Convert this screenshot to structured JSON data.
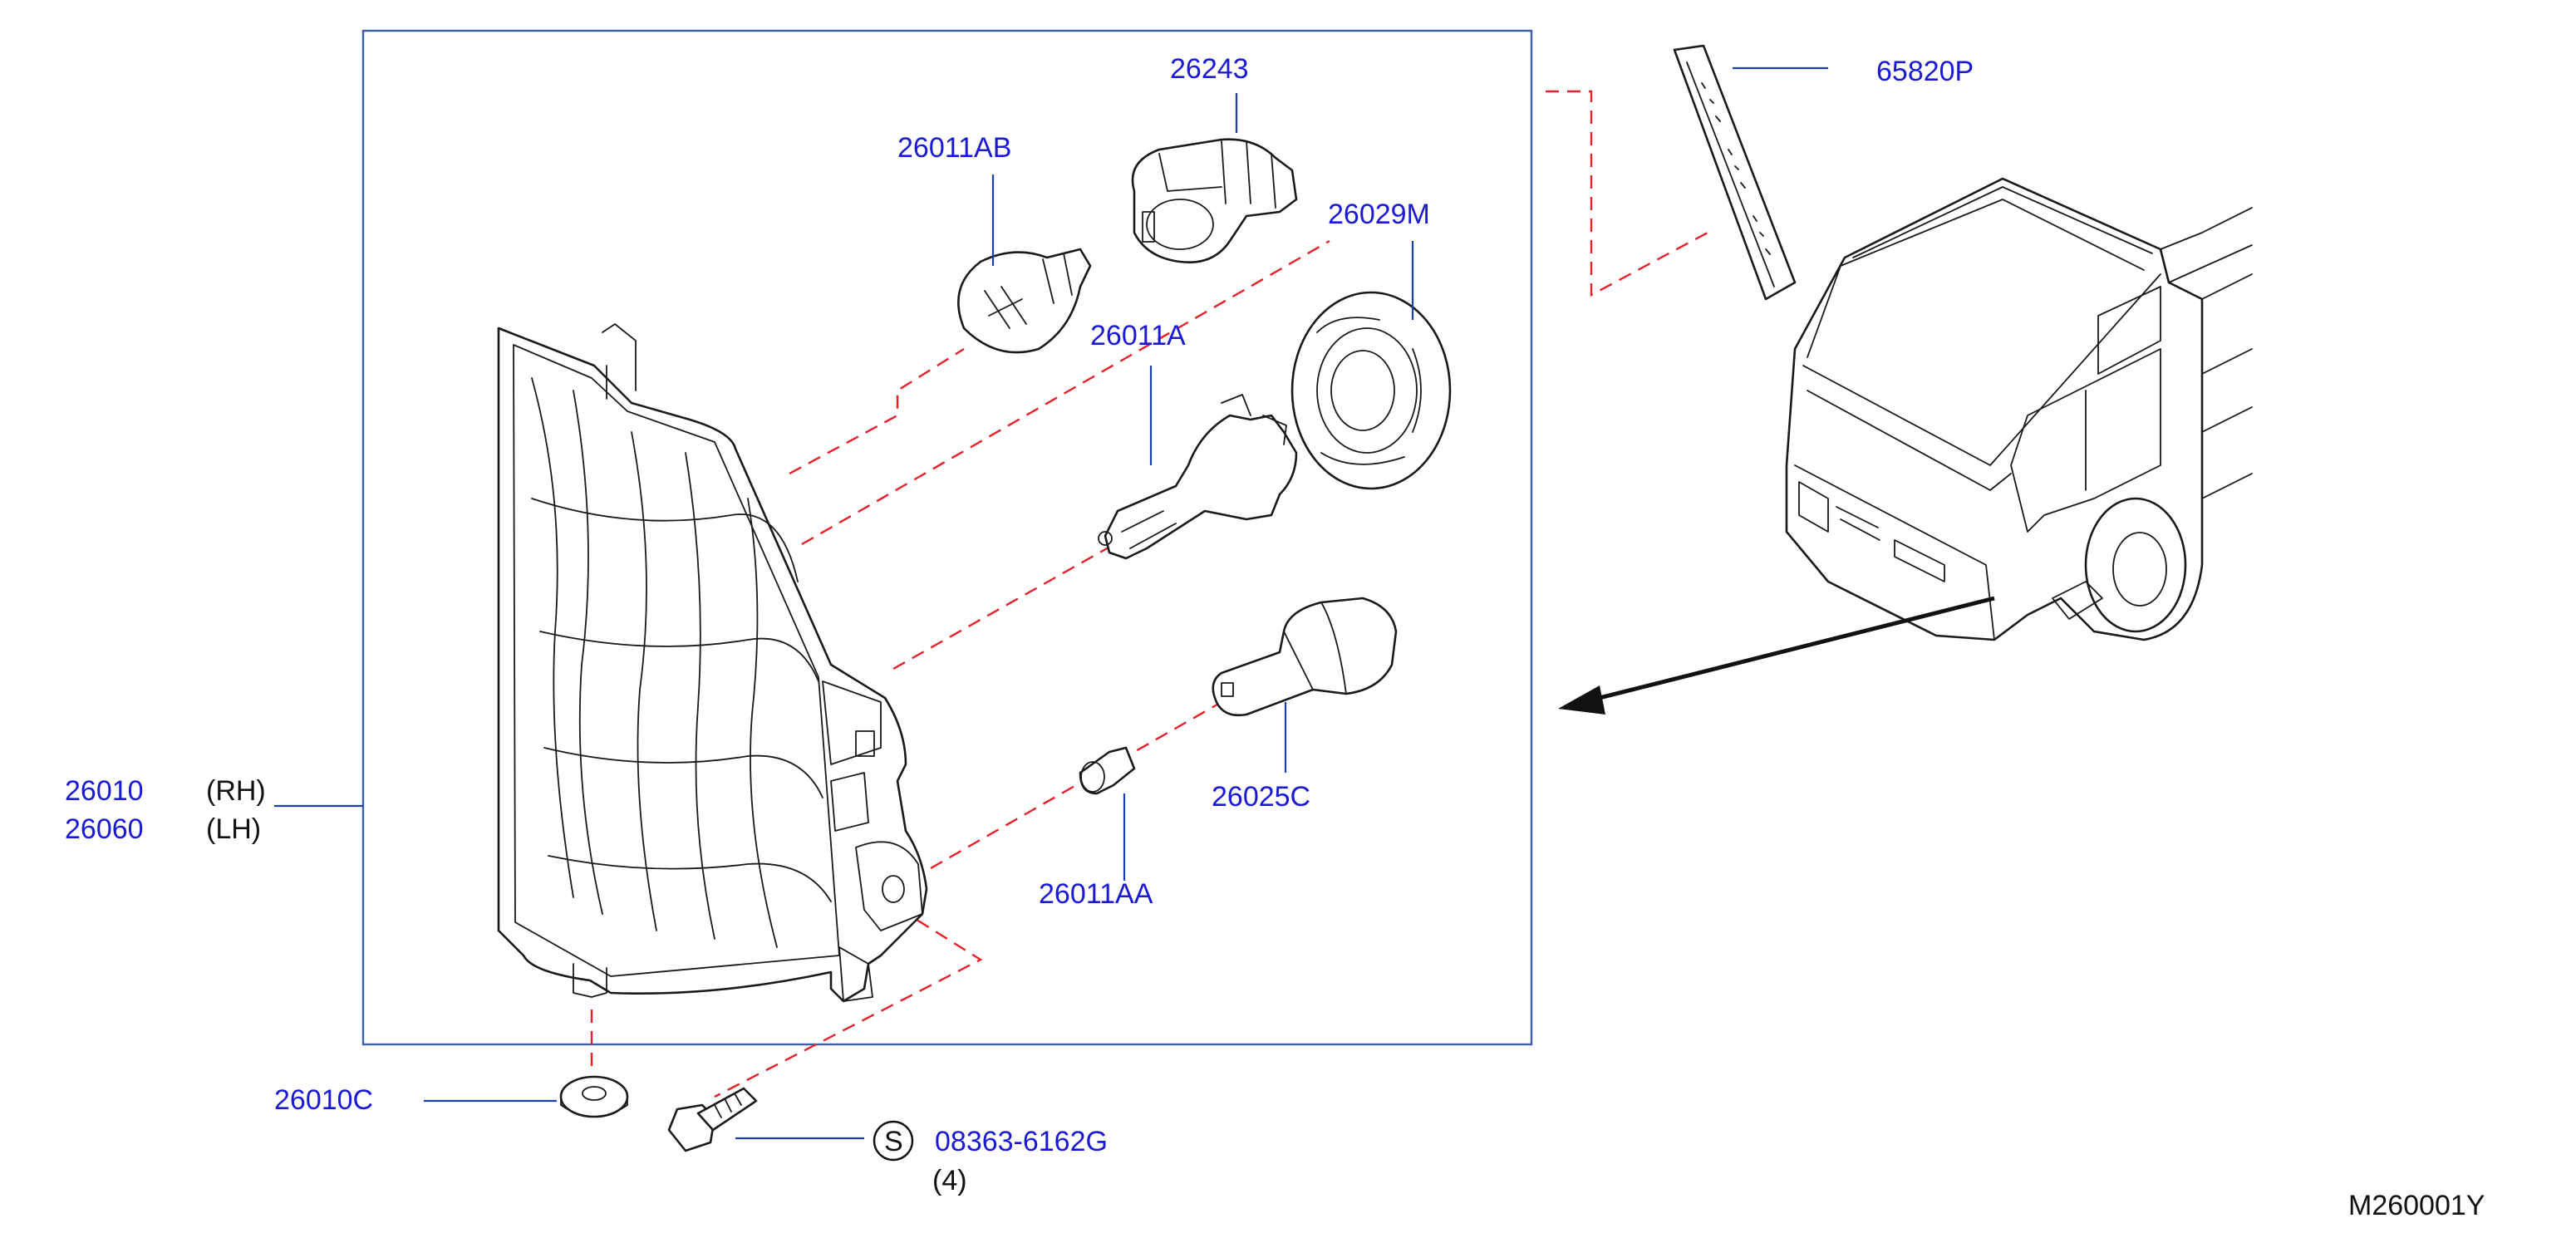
{
  "diagram_id": "M260001Y",
  "colors": {
    "part_number_text": "#1a1ad6",
    "leader_line": "#1f3fa8",
    "assembly_dash_line": "#e8202a",
    "drawing_line": "#1a1a1a"
  },
  "parts": {
    "p26243": {
      "number": "26243"
    },
    "p26011AB": {
      "number": "26011AB"
    },
    "p26029M": {
      "number": "26029M"
    },
    "p26011A": {
      "number": "26011A"
    },
    "p26025C": {
      "number": "26025C"
    },
    "p26011AA": {
      "number": "26011AA"
    },
    "p65820P": {
      "number": "65820P"
    },
    "p26010": {
      "number": "26010",
      "side": "(RH)"
    },
    "p26060": {
      "number": "26060",
      "side": "(LH)"
    },
    "p26010C": {
      "number": "26010C"
    },
    "p08363": {
      "symbol": "S",
      "number": "08363-6162G",
      "qty": "(4)"
    }
  }
}
